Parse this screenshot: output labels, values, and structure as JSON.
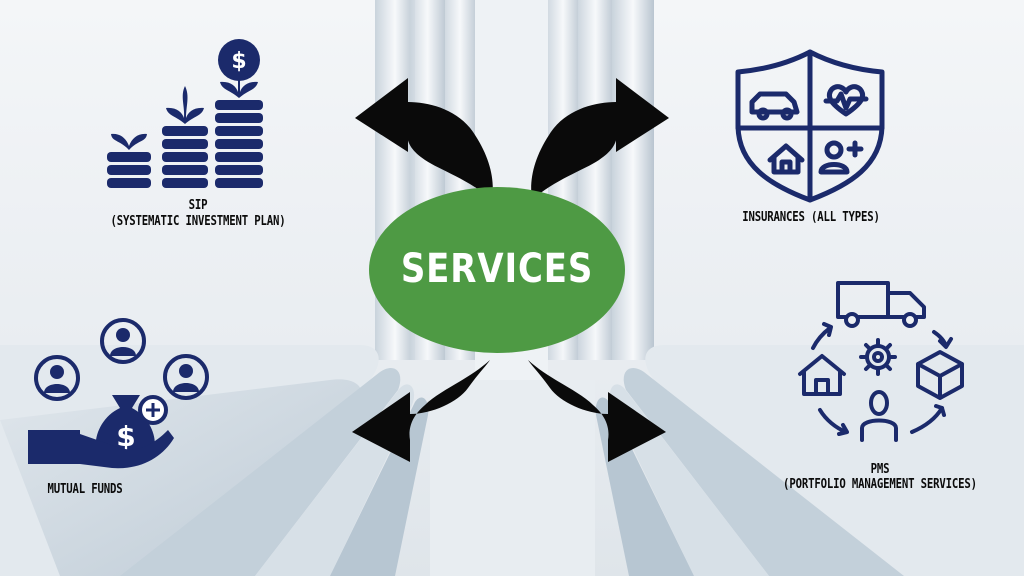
{
  "center": {
    "label": "SERVICES",
    "color": "#4e9a44"
  },
  "services": [
    {
      "id": "sip",
      "title": "SIP",
      "subtitle": "(SYSTEMATIC INVESTMENT PLAN)"
    },
    {
      "id": "insurances",
      "title": "INSURANCES (ALL TYPES)"
    },
    {
      "id": "mutual-funds",
      "title": "MUTUAL FUNDS"
    },
    {
      "id": "pms",
      "title": "PMS",
      "subtitle": "(PORTFOLIO MANAGEMENT SERVICES)"
    }
  ],
  "icon_color": "#1b2a6b",
  "arrow_color": "#0a0a0a"
}
